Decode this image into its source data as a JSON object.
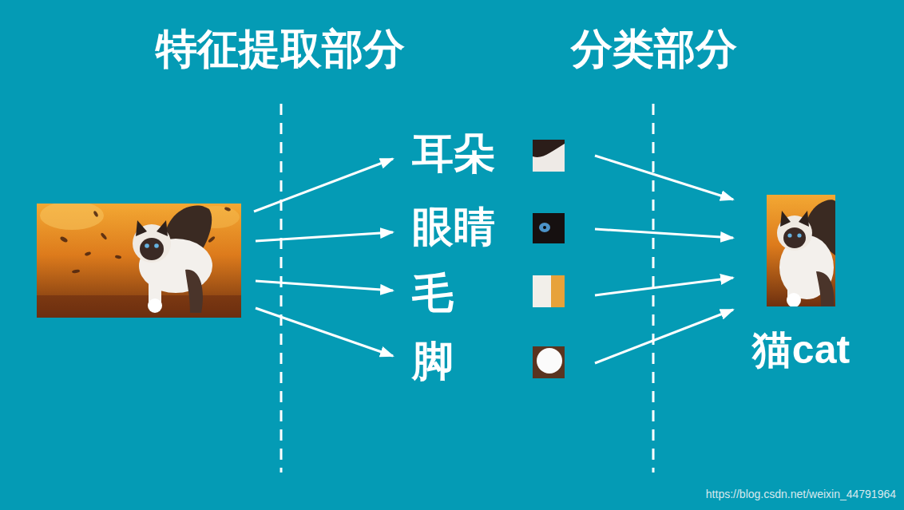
{
  "diagram": {
    "nodes": [
      {
        "text": [
          "耳朵"
        ]
      },
      {
        "text": [
          "眼睛"
        ]
      },
      {
        "text": [
          "毛"
        ]
      },
      {
        "text": [
          "脚"
        ]
      },
      {
        "text": [
          "猫cat"
        ]
      }
    ],
    "edges": [
      {
        "from": 0,
        "to": 4,
        "arrow": "to"
      },
      {
        "from": 1,
        "to": 4,
        "arrow": "to"
      },
      {
        "from": 2,
        "to": 4,
        "arrow": "to"
      },
      {
        "from": 3,
        "to": 4,
        "arrow": "to"
      }
    ],
    "labels": [
      "特征提取部分",
      "分类部分",
      "https://blog.csdn.net/weixin_44791964"
    ]
  }
}
